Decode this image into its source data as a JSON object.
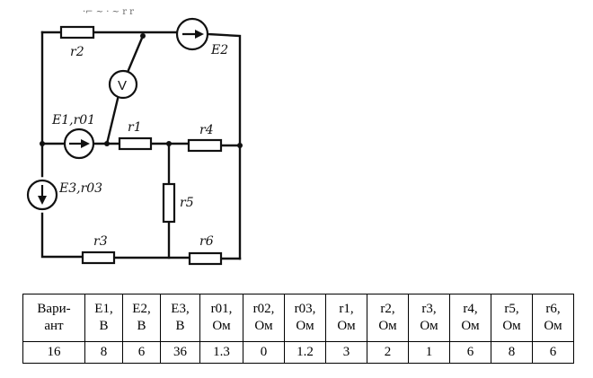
{
  "diagram": {
    "labels": {
      "r2": "r2",
      "E2": "E2",
      "V": "V",
      "E1r01": "E1,r01",
      "r1": "r1",
      "r4": "r4",
      "E3r03": "E3,r03",
      "r5": "r5",
      "r3": "r3",
      "r6": "r6",
      "top_scribble": "·⌐ ~ · ~ r r"
    }
  },
  "table": {
    "headers": [
      {
        "top": "Вари-",
        "bottom": "ант"
      },
      {
        "top": "E1,",
        "bottom": "В"
      },
      {
        "top": "E2,",
        "bottom": "В"
      },
      {
        "top": "E3,",
        "bottom": "В"
      },
      {
        "top": "r01,",
        "bottom": "Ом"
      },
      {
        "top": "r02,",
        "bottom": "Ом"
      },
      {
        "top": "r03,",
        "bottom": "Ом"
      },
      {
        "top": "r1,",
        "bottom": "Ом"
      },
      {
        "top": "r2,",
        "bottom": "Ом"
      },
      {
        "top": "r3,",
        "bottom": "Ом"
      },
      {
        "top": "r4,",
        "bottom": "Ом"
      },
      {
        "top": "r5,",
        "bottom": "Ом"
      },
      {
        "top": "r6,",
        "bottom": "Ом"
      }
    ],
    "values": [
      "16",
      "8",
      "6",
      "36",
      "1.3",
      "0",
      "1.2",
      "3",
      "2",
      "1",
      "6",
      "8",
      "6"
    ]
  }
}
